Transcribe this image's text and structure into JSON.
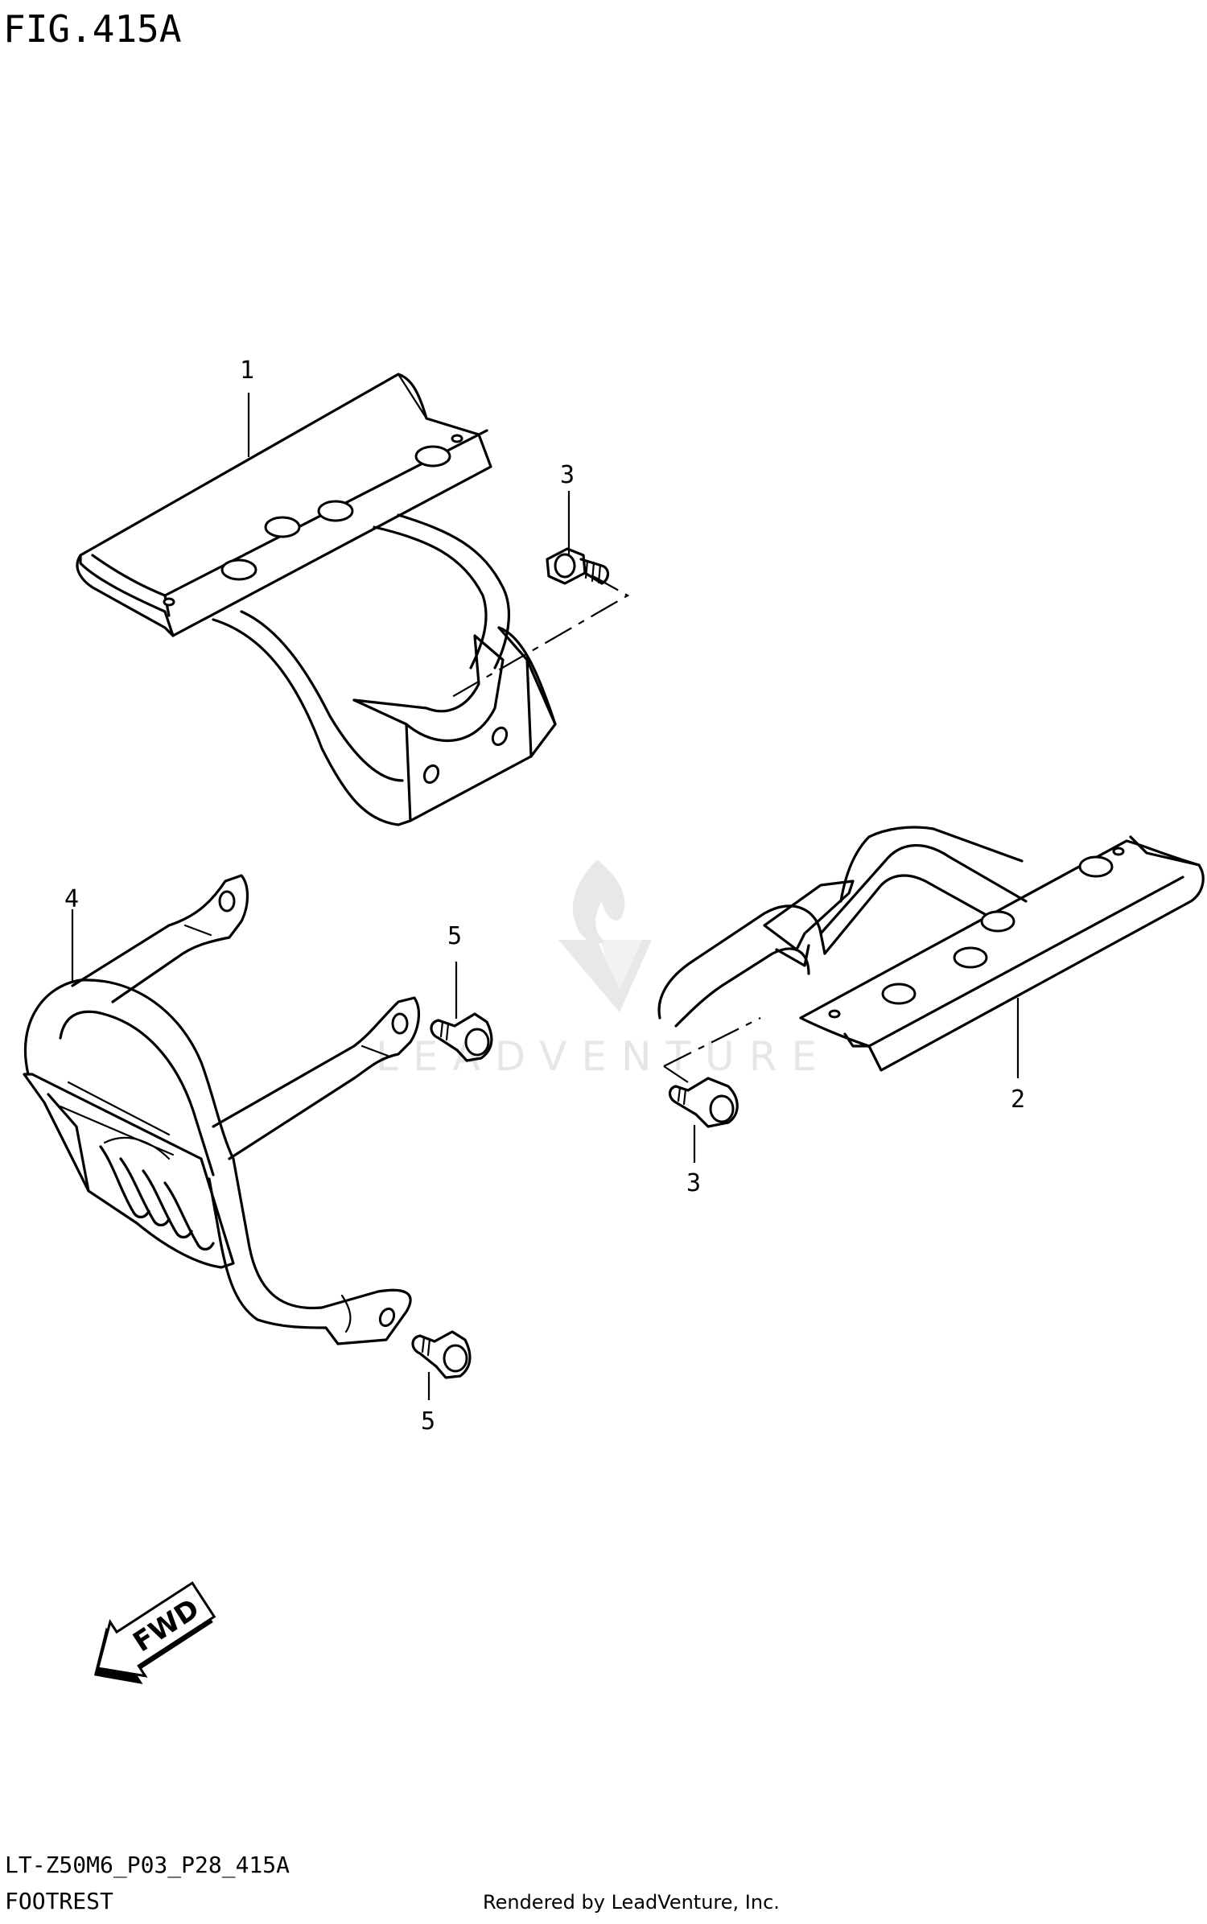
{
  "figure": {
    "title": "FIG.415A",
    "code": "LT-Z50M6_P03_P28_415A",
    "name": "FOOTREST",
    "credit": "Rendered by LeadVenture, Inc."
  },
  "watermark": {
    "text": "LEADVENTURE"
  },
  "callouts": [
    {
      "id": "callout-1",
      "label": "1"
    },
    {
      "id": "callout-2",
      "label": "2"
    },
    {
      "id": "callout-3a",
      "label": "3"
    },
    {
      "id": "callout-3b",
      "label": "3"
    },
    {
      "id": "callout-4",
      "label": "4"
    },
    {
      "id": "callout-5a",
      "label": "5"
    },
    {
      "id": "callout-5b",
      "label": "5"
    }
  ],
  "fwd_badge": {
    "label": "FWD"
  }
}
